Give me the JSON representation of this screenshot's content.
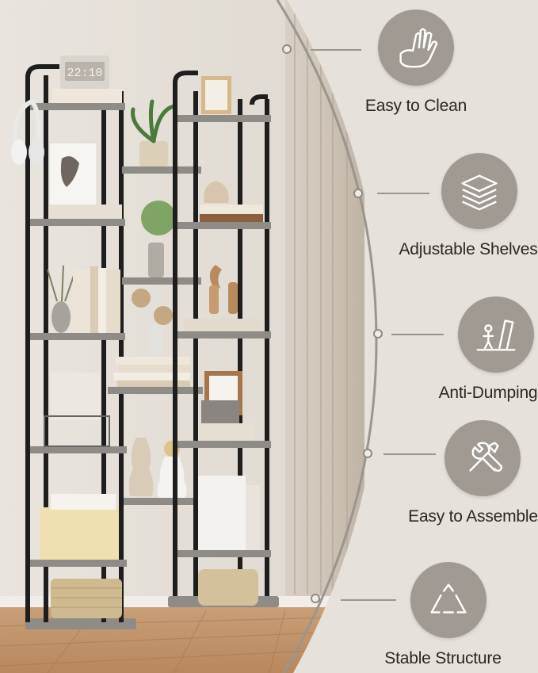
{
  "scene": {
    "clock_display": "22:10"
  },
  "features": [
    {
      "label": "Easy to Clean",
      "icon": "hand-wipe-icon"
    },
    {
      "label": "Adjustable Shelves",
      "icon": "stacked-layers-icon"
    },
    {
      "label": "Anti-Dumping",
      "icon": "person-shelf-tip-icon"
    },
    {
      "label": "Easy to Assemble",
      "icon": "tools-wrench-screwdriver-icon"
    },
    {
      "label": "Stable Structure",
      "icon": "triangle-arrows-icon"
    }
  ],
  "colors": {
    "panel_background": "#e6e1db",
    "icon_circle": "#a09a93",
    "text": "#2b2724",
    "frame_metal": "#1e1e1e",
    "shelf_wood": "#8f8b86",
    "wall": "#ebe6e0",
    "floor": "#c79b71"
  }
}
